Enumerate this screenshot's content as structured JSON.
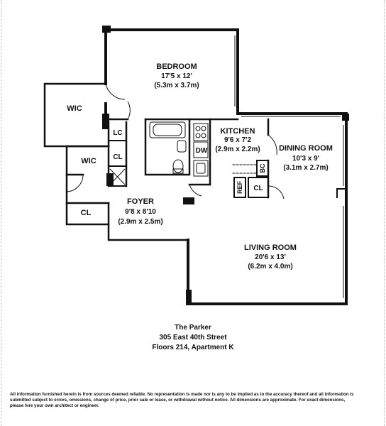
{
  "rooms": {
    "bedroom": {
      "name": "BEDROOM",
      "dim_ft": "17'5 x 12'",
      "dim_m": "(5.3m x 3.7m)"
    },
    "kitchen": {
      "name": "KITCHEN",
      "dim_ft": "9'6 x 7'2",
      "dim_m": "(2.9m x 2.2m)"
    },
    "dining": {
      "name": "DINING ROOM",
      "dim_ft": "10'3 x 9'",
      "dim_m": "(3.1m x 2.7m)"
    },
    "foyer": {
      "name": "FOYER",
      "dim_ft": "9'8 x 8'10",
      "dim_m": "(2.9m x 2.5m)"
    },
    "living": {
      "name": "LIVING ROOM",
      "dim_ft": "20'6 x 13'",
      "dim_m": "(6.2m x 4.0m)"
    }
  },
  "closets": {
    "wic_upper": "WIC",
    "wic_lower": "WIC",
    "lc": "LC",
    "cl_small": "CL",
    "cl_foyer": "CL",
    "cl_dining": "CL",
    "dw": "DW",
    "ref": "REF",
    "bc": "BC"
  },
  "caption": {
    "building": "The Parker",
    "address": "305 East 40th Street",
    "unit": "Floors 214, Apartment K"
  },
  "disclaimer": [
    "All information furnished herein is from sources deemed reliable.  No representation is made nor is any to be implied as to the accuracy thereof and all information is",
    "submitted subject to errors, omissions, change of price, prior sale or lease, or withdrawal without notice. All dimensions are approximate.  For exact dimensions,",
    "please hire your own architect or engineer."
  ]
}
